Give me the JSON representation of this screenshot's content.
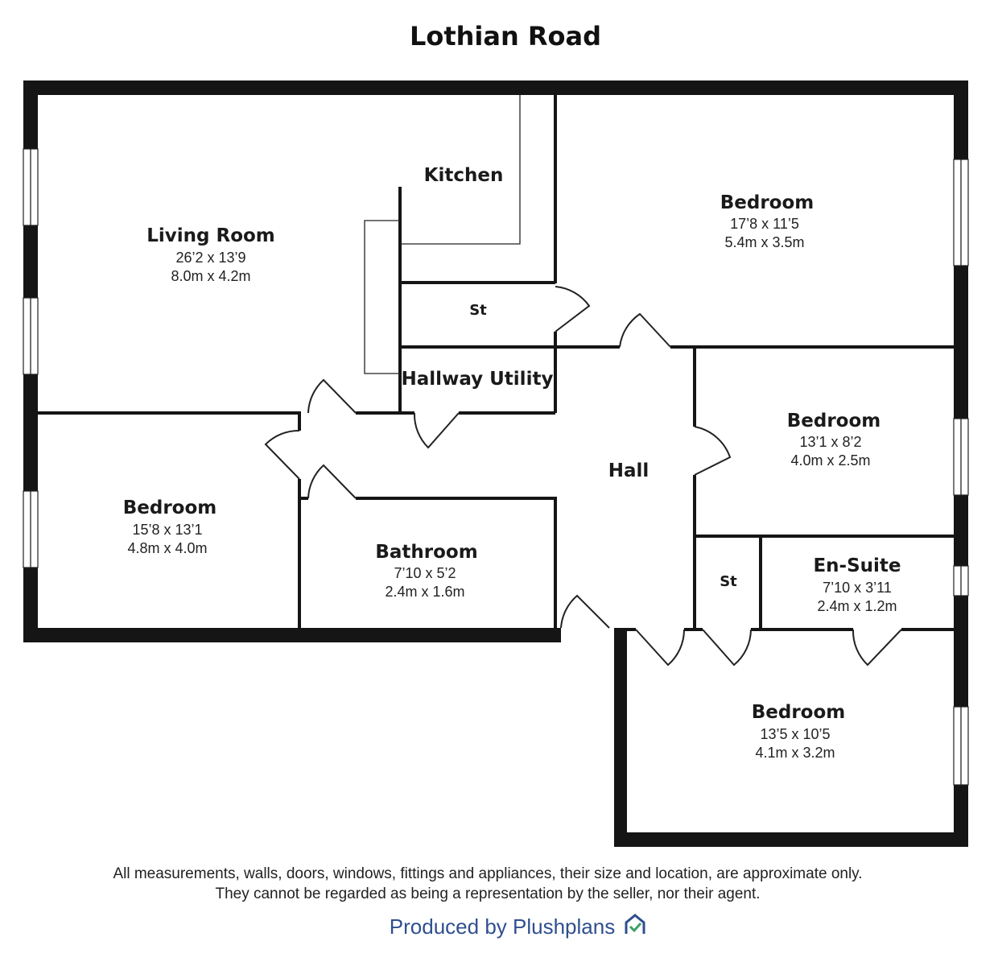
{
  "title": "Lothian Road",
  "rooms": [
    {
      "name": "Living Room",
      "imperial": "26’2 x 13’9",
      "metric": "8.0m x 4.2m"
    },
    {
      "name": "Kitchen"
    },
    {
      "name": "St"
    },
    {
      "name": "Hallway Utility"
    },
    {
      "name": "Bedroom",
      "imperial": "17’8 x 11’5",
      "metric": "5.4m x 3.5m"
    },
    {
      "name": "Bedroom",
      "imperial": "13’1 x 8’2",
      "metric": "4.0m x 2.5m"
    },
    {
      "name": "Hall"
    },
    {
      "name": "Bedroom",
      "imperial": "15’8 x 13’1",
      "metric": "4.8m x 4.0m"
    },
    {
      "name": "Bathroom",
      "imperial": "7’10 x 5’2",
      "metric": "2.4m x 1.6m"
    },
    {
      "name": "St"
    },
    {
      "name": "En-Suite",
      "imperial": "7’10 x 3’11",
      "metric": "2.4m x 1.2m"
    },
    {
      "name": "Bedroom",
      "imperial": "13’5 x 10’5",
      "metric": "4.1m x 3.2m"
    }
  ],
  "disclaimer": [
    "All measurements, walls, doors, windows, fittings and appliances, their size and location, are approximate only.",
    "They cannot be regarded as being a representation by the seller, nor their agent."
  ],
  "credit": "Produced by Plushplans",
  "colors": {
    "credit": "#2f4f8f",
    "logo_check": "#3aa06a"
  }
}
